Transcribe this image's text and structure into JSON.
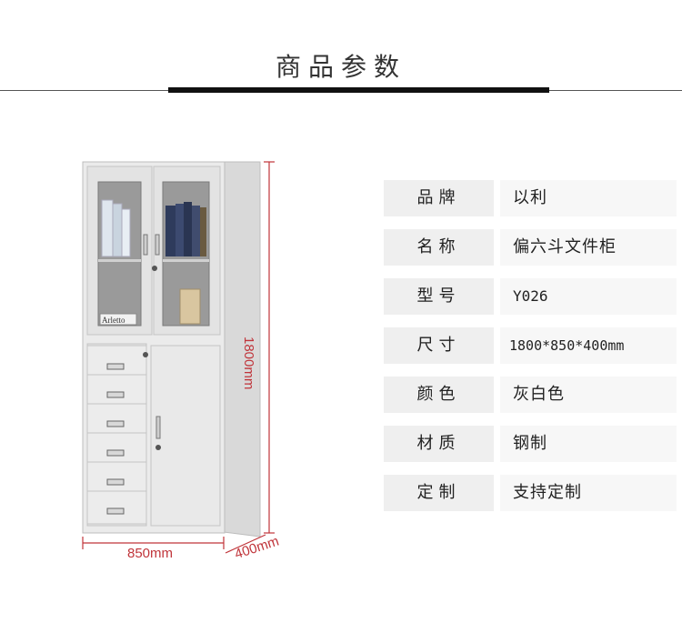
{
  "header": {
    "title": "商品参数"
  },
  "specs": [
    {
      "label": "品牌",
      "value": "以利"
    },
    {
      "label": "名称",
      "value": "偏六斗文件柜"
    },
    {
      "label": "型号",
      "value": "Y026"
    },
    {
      "label": "尺寸",
      "value": "1800*850*400mm"
    },
    {
      "label": "颜色",
      "value": "灰白色"
    },
    {
      "label": "材质",
      "value": "钢制"
    },
    {
      "label": "定制",
      "value": "支持定制"
    }
  ],
  "dimensions": {
    "height": "1800mm",
    "width": "850mm",
    "depth": "400mm"
  },
  "cabinet": {
    "book_label": "Arletto"
  },
  "colors": {
    "dimension_red": "#c0343a",
    "cabinet_gray": "#e6e6e6"
  }
}
